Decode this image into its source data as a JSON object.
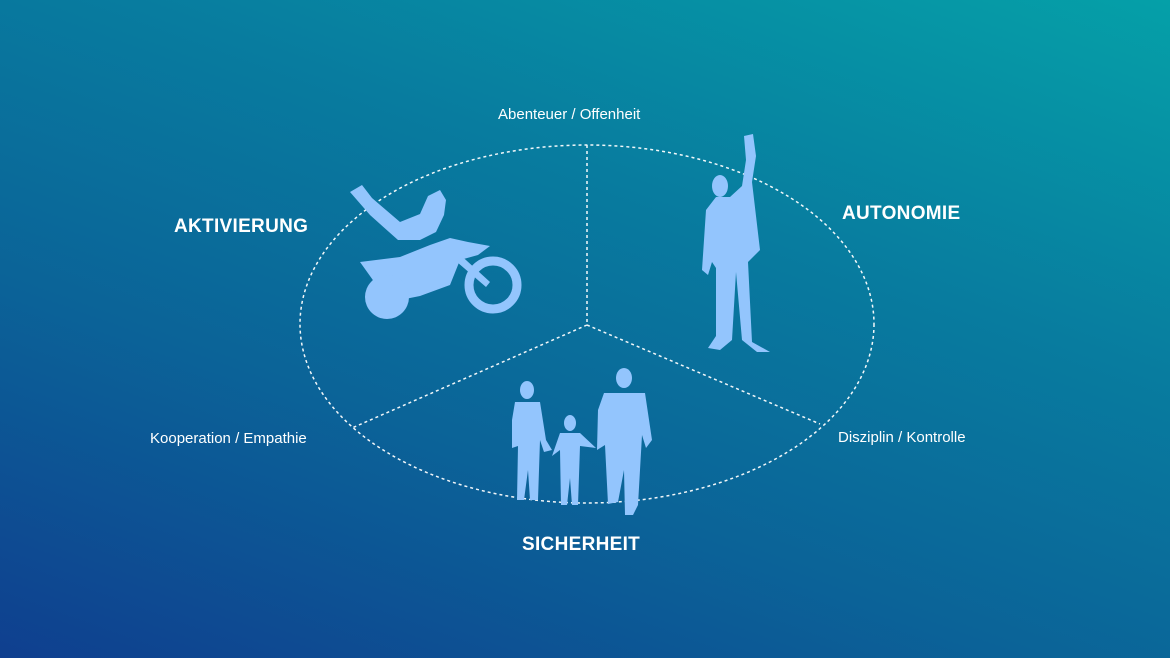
{
  "quadrants": {
    "aktivierung": "AKTIVIERUNG",
    "autonomie": "AUTONOMIE",
    "sicherheit": "SICHERHEIT"
  },
  "axes": {
    "top": "Abenteuer / Offenheit",
    "left": "Kooperation / Empathie",
    "right": "Disziplin / Kontrolle"
  },
  "icons": [
    "motorcycle-rider-silhouette",
    "raised-fist-man-silhouette",
    "family-silhouette"
  ],
  "colors": {
    "silhouette": "#93c5fd",
    "text": "#ffffff"
  }
}
